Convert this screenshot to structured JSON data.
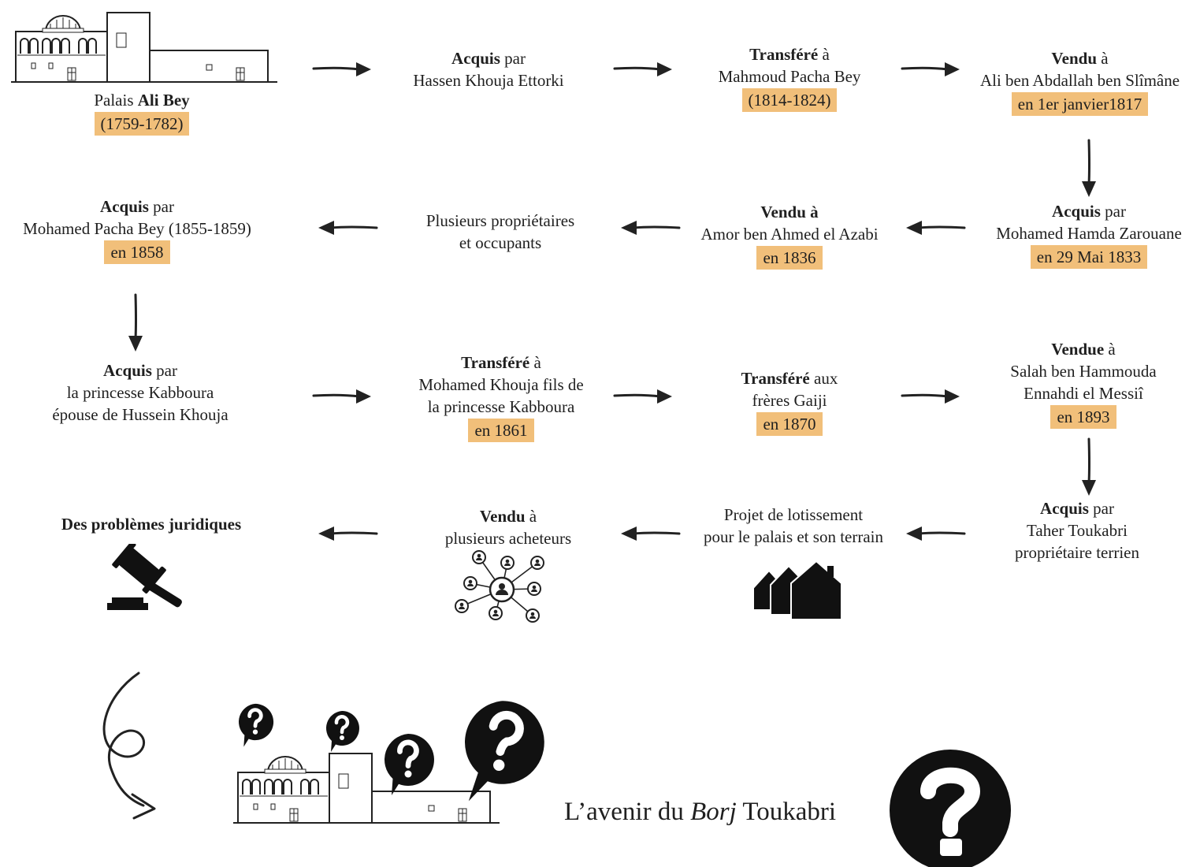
{
  "nodes": {
    "palais": {
      "name_pre": "Palais ",
      "name_bold": "Ali Bey",
      "date": "(1759-1782)"
    },
    "n2": {
      "verb": "Acquis",
      "prep": " par",
      "l2": "Hassen Khouja Ettorki"
    },
    "n3": {
      "verb": "Transféré",
      "prep": " à",
      "l2": "Mahmoud Pacha Bey",
      "date": "(1814-1824)"
    },
    "n4": {
      "verb": "Vendu",
      "prep": " à",
      "l2": "Ali ben Abdallah ben Slîmâne",
      "date": "en 1er janvier1817"
    },
    "n5": {
      "verb": "Acquis",
      "prep": " par",
      "l2": "Mohamed Hamda Zarouane",
      "date": "en 29 Mai 1833"
    },
    "n6": {
      "verb": "Vendu à",
      "l2": "Amor ben Ahmed el Azabi",
      "date": "en 1836"
    },
    "n7": {
      "l1": "Plusieurs propriétaires",
      "l2": "et occupants"
    },
    "n8": {
      "verb": "Acquis",
      "prep": " par",
      "l2": "Mohamed Pacha Bey (1855-1859)",
      "date": "en 1858"
    },
    "n9": {
      "verb": "Acquis",
      "prep": " par",
      "l2": "la princesse Kabboura",
      "l3": "épouse de Hussein Khouja"
    },
    "n10": {
      "verb": "Transféré",
      "prep": " à",
      "l2": "Mohamed Khouja fils de",
      "l3": "la princesse Kabboura",
      "date": "en 1861"
    },
    "n11": {
      "verb": "Transféré",
      "prep": " aux",
      "l2": "frères Gaiji",
      "date": "en 1870"
    },
    "n12": {
      "verb": "Vendue",
      "prep": " à",
      "l2": "Salah ben Hammouda",
      "l3": "Ennahdi el Messiî",
      "date": "en 1893"
    },
    "n13": {
      "verb": "Acquis",
      "prep": " par",
      "l2": "Taher Toukabri",
      "l3": "propriétaire terrien"
    },
    "n14": {
      "l1": "Projet de lotissement",
      "l2": "pour le palais et son terrain"
    },
    "n15": {
      "verb": "Vendu",
      "prep": " à",
      "l2": "plusieurs acheteurs"
    },
    "n16": {
      "verb": "Des problèmes juridiques"
    }
  },
  "footer": {
    "pre": "L’avenir du ",
    "italic": "Borj",
    "post": " Toukabri"
  },
  "colors": {
    "highlight": "#f1bf7a",
    "ink": "#1f1f1f"
  },
  "icons": [
    "palace-icon",
    "gavel-icon",
    "network-icon",
    "houses-icon",
    "speech-question-icon",
    "curved-arrow-icon",
    "question-circle-icon"
  ]
}
